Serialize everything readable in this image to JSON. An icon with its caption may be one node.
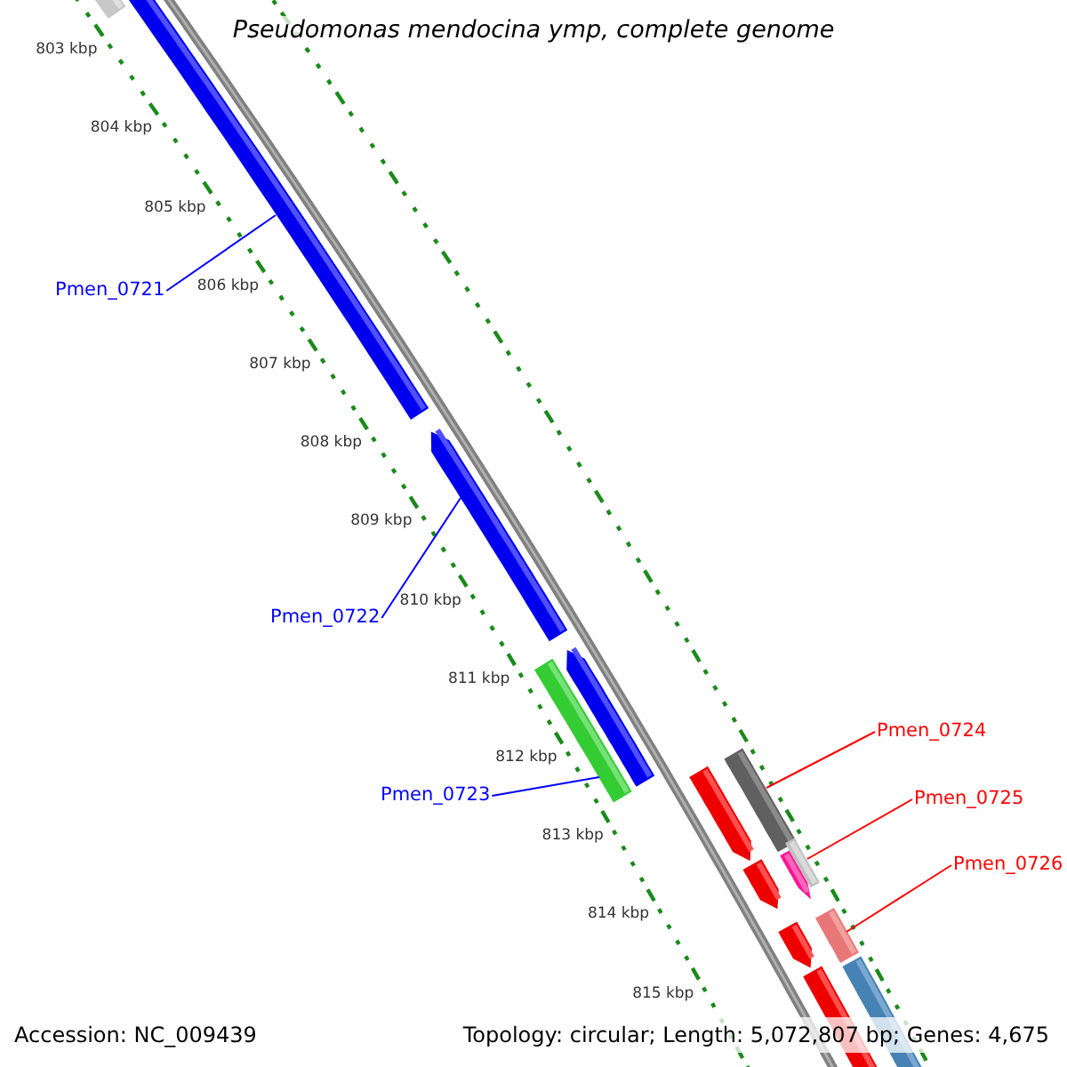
{
  "diagram": {
    "title": "Pseudomonas mendocina ymp, complete genome",
    "nodes": [
      {
        "text": [
          "Pmen_0721"
        ]
      },
      {
        "text": [
          "Pmen_0722"
        ]
      },
      {
        "text": [
          "Pmen_0723"
        ]
      },
      {
        "text": [
          "Pmen_0724"
        ]
      },
      {
        "text": [
          "Pmen_0725"
        ]
      },
      {
        "text": [
          "Pmen_0726"
        ]
      },
      {
        "text": [],
        "shape": "bar"
      },
      {
        "text": [],
        "shape": "bar"
      },
      {
        "text": [],
        "shape": "bar"
      },
      {
        "text": [],
        "shape": "bar"
      },
      {
        "text": [],
        "shape": "bar"
      },
      {
        "text": [],
        "shape": "bar"
      }
    ],
    "edges": [
      {
        "from": 0,
        "to": 6,
        "arrow": "none",
        "color": "#0000ff"
      },
      {
        "from": 1,
        "to": 7,
        "arrow": "none",
        "color": "#0000ff"
      },
      {
        "from": 2,
        "to": 8,
        "arrow": "none",
        "color": "#0000ff"
      },
      {
        "from": 3,
        "to": 9,
        "arrow": "none",
        "color": "#ff0000"
      },
      {
        "from": 4,
        "to": 10,
        "arrow": "none",
        "color": "#ff0000"
      },
      {
        "from": 5,
        "to": 11,
        "arrow": "none",
        "color": "#ff0000"
      }
    ],
    "labels": [
      "803 kbp",
      "804 kbp",
      "805 kbp",
      "806 kbp",
      "807 kbp",
      "808 kbp",
      "809 kbp",
      "810 kbp",
      "811 kbp",
      "812 kbp",
      "813 kbp",
      "814 kbp",
      "815 kbp",
      "Accession: NC_009439",
      "Topology: circular; Length: 5,072,807 bp; Genes: 4,675"
    ]
  }
}
